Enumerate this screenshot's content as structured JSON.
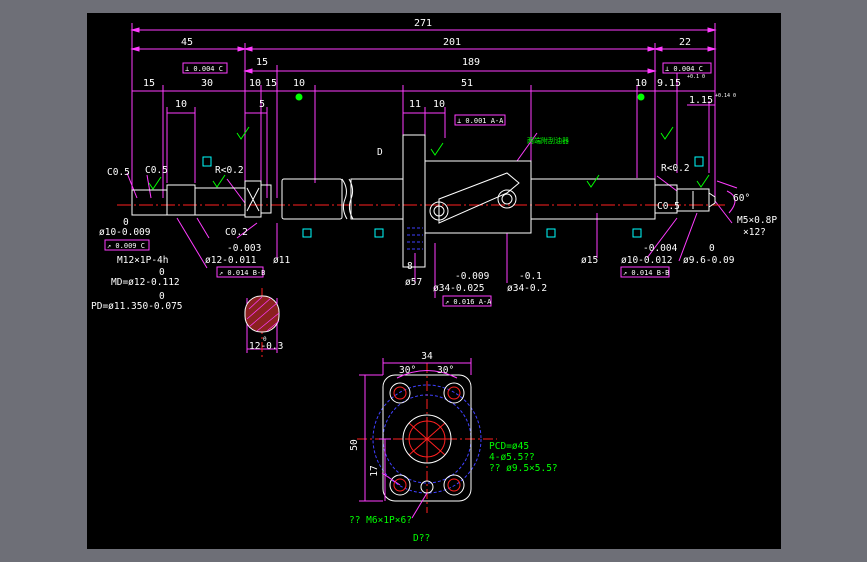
{
  "colors": {
    "background": "#6e6f77",
    "canvas": "#000000",
    "dimension": "#ff3cff",
    "outline": "#ffffff",
    "annotation": "#00ff00",
    "centerline": "#ff2020",
    "hidden": "#4040ff",
    "datum": "#00ffff"
  },
  "top_dims": {
    "overall": "271",
    "left_end": "45",
    "main_span": "201",
    "right_end": "22",
    "d15a": "15",
    "d189": "189",
    "d15b": "15",
    "d30": "30",
    "d10a": "10",
    "d15c": "15",
    "d10b": "10",
    "d51": "51",
    "d10c": "10",
    "d9_15": "9.15",
    "d9_15_tol": "+0.1 0",
    "d10d": "10",
    "d5": "5",
    "d11": "11",
    "d10e": "10",
    "d1_15": "1.15",
    "d1_15_tol": "+0.14 0",
    "tol_left": "⊥ 0.004 C",
    "tol_right": "⊥ 0.004 C",
    "tol_nut": "⊥ 0.001 A-A",
    "nut_note": "两端附刮油器"
  },
  "left_notes": {
    "chamfer_c05a": "C0.5",
    "chamfer_c05b": "C0.5",
    "radius": "R<0.2",
    "d_label": "D",
    "c02": "C0.2",
    "tol0": "0",
    "dia10": "ø10-0.009",
    "runout": "↗ 0.009 C",
    "thread": "M12×1P-4h",
    "md_tol": "0",
    "md": "MD=ø12-0.112",
    "pd_tol": "0",
    "pd": "PD=ø11.350-0.075",
    "dia12_tol": "-0.003",
    "dia12": "ø12-0.011",
    "runout2": "↗ 0.014 B-B",
    "dia11": "ø11"
  },
  "nut_notes": {
    "dia57": "ø57",
    "d8": "8",
    "tol34": "-0.009",
    "dia34": "ø34-0.025",
    "tol34b": "-0.1",
    "dia34b": "ø34-0.2",
    "runout": "↗ 0.016 A-A",
    "dia15": "ø15"
  },
  "right_notes": {
    "radius": "R<0.2",
    "chamfer": "C0.5",
    "tol_a": "-0.004",
    "dia10": "ø10-0.012",
    "runout": "↗ 0.014 B-B",
    "tol_b": "0",
    "dia9_6": "ø9.6-0.09",
    "angle": "60°",
    "thread": "M5×0.8P",
    "depth": "×12?"
  },
  "section": {
    "width": "12-0.3",
    "width_tol": "0"
  },
  "flange": {
    "width": "34",
    "angle_a": "30°",
    "angle_b": "30°",
    "height": "50",
    "half": "17",
    "pcd": "PCD=ø45",
    "holes": "4-ø5.5??",
    "cbore": "?? ø9.5×5.5?",
    "tap": "?? M6×1P×6?",
    "view": "D??"
  }
}
